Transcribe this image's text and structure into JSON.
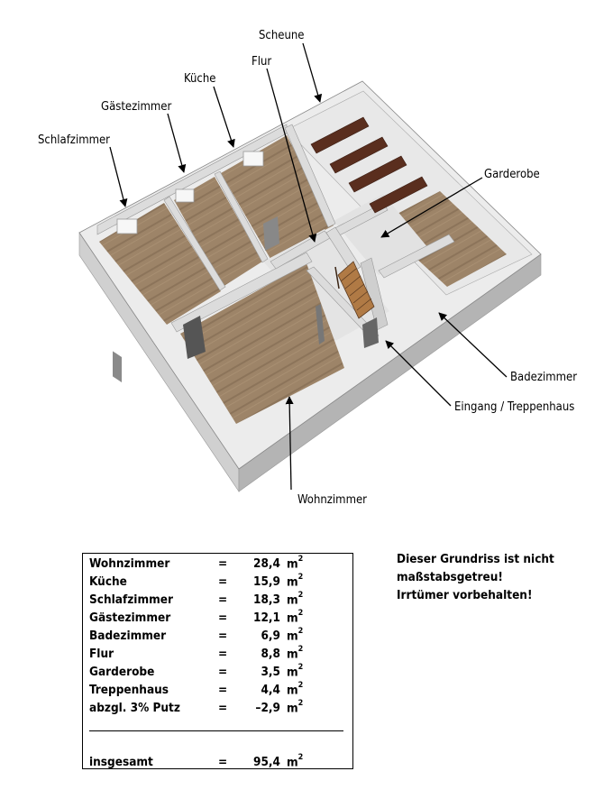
{
  "labels": {
    "scheune": "Scheune",
    "flur": "Flur",
    "kueche": "Küche",
    "gaestezimmer": "Gästezimmer",
    "schlafzimmer": "Schlafzimmer",
    "garderobe": "Garderobe",
    "badezimmer": "Badezimmer",
    "eingang": "Eingang / Treppenhaus",
    "wohnzimmer": "Wohnzimmer"
  },
  "areas": [
    {
      "name": "Wohnzimmer",
      "eq": "=",
      "value": "28,4",
      "unit": "m",
      "exp": "2"
    },
    {
      "name": "Küche",
      "eq": "=",
      "value": "15,9",
      "unit": "m",
      "exp": "2"
    },
    {
      "name": "Schlafzimmer",
      "eq": "=",
      "value": "18,3",
      "unit": "m",
      "exp": "2"
    },
    {
      "name": "Gästezimmer",
      "eq": "=",
      "value": "12,1",
      "unit": "m",
      "exp": "2"
    },
    {
      "name": "Badezimmer",
      "eq": "=",
      "value": "6,9",
      "unit": "m",
      "exp": "2"
    },
    {
      "name": "Flur",
      "eq": "=",
      "value": "8,8",
      "unit": "m",
      "exp": "2"
    },
    {
      "name": "Garderobe",
      "eq": "=",
      "value": "3,5",
      "unit": "m",
      "exp": "2"
    },
    {
      "name": "Treppenhaus",
      "eq": "=",
      "value": "4,4",
      "unit": "m",
      "exp": "2"
    },
    {
      "name": "abzgl. 3% Putz",
      "eq": "=",
      "value": "–2,9",
      "unit": "m",
      "exp": "2"
    }
  ],
  "total": {
    "name": "insgesamt",
    "eq": "=",
    "value": "95,4",
    "unit": "m",
    "exp": "2"
  },
  "disclaimer": [
    "Dieser Grundriss ist nicht",
    "maßstabsgetreu!",
    "Irrtümer vorbehalten!"
  ],
  "colors": {
    "wall_top": "#eeeeee",
    "wall_side": "#c8c8c8",
    "wall_dark": "#a8a8a8",
    "floor": "#9b8264",
    "beam": "#5a2e1e",
    "barn_floor": "#e9e9e9"
  }
}
